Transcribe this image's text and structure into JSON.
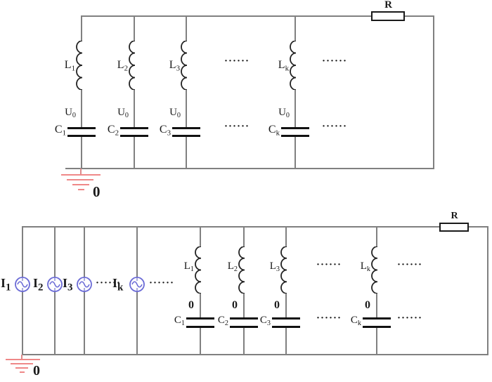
{
  "diagram": {
    "description": "Two parallel LC resonant circuits",
    "colors": {
      "wire": "#808080",
      "component": "#1a1a1a",
      "ground": "#ef8888",
      "ac_source": "#6b6bd6"
    },
    "top_circuit": {
      "resistor_label": "R",
      "ground_label": "0",
      "ellipsis": "······",
      "branches": [
        {
          "inductor_base": "L",
          "inductor_sub": "1",
          "node_base": "U",
          "node_sub": "0",
          "capacitor_base": "C",
          "capacitor_sub": "1"
        },
        {
          "inductor_base": "L",
          "inductor_sub": "2",
          "node_base": "U",
          "node_sub": "0",
          "capacitor_base": "C",
          "capacitor_sub": "2"
        },
        {
          "inductor_base": "L",
          "inductor_sub": "3",
          "node_base": "U",
          "node_sub": "0",
          "capacitor_base": "C",
          "capacitor_sub": "3"
        },
        {
          "inductor_base": "L",
          "inductor_sub": "k",
          "node_base": "U",
          "node_sub": "0",
          "capacitor_base": "C",
          "capacitor_sub": "k"
        }
      ]
    },
    "bottom_circuit": {
      "resistor_label": "R",
      "ground_label": "0",
      "ellipsis": "······",
      "sources": [
        {
          "base": "I",
          "sub": "1"
        },
        {
          "base": "I",
          "sub": "2"
        },
        {
          "base": "I",
          "sub": "3"
        },
        {
          "base": "I",
          "sub": "k"
        }
      ],
      "branches": [
        {
          "inductor_base": "L",
          "inductor_sub": "1",
          "node_label": "0",
          "capacitor_base": "C",
          "capacitor_sub": "1"
        },
        {
          "inductor_base": "L",
          "inductor_sub": "2",
          "node_label": "0",
          "capacitor_base": "C",
          "capacitor_sub": "2"
        },
        {
          "inductor_base": "L",
          "inductor_sub": "3",
          "node_label": "0",
          "capacitor_base": "C",
          "capacitor_sub": "3"
        },
        {
          "inductor_base": "L",
          "inductor_sub": "k",
          "node_label": "0",
          "capacitor_base": "C",
          "capacitor_sub": "k"
        }
      ]
    }
  }
}
